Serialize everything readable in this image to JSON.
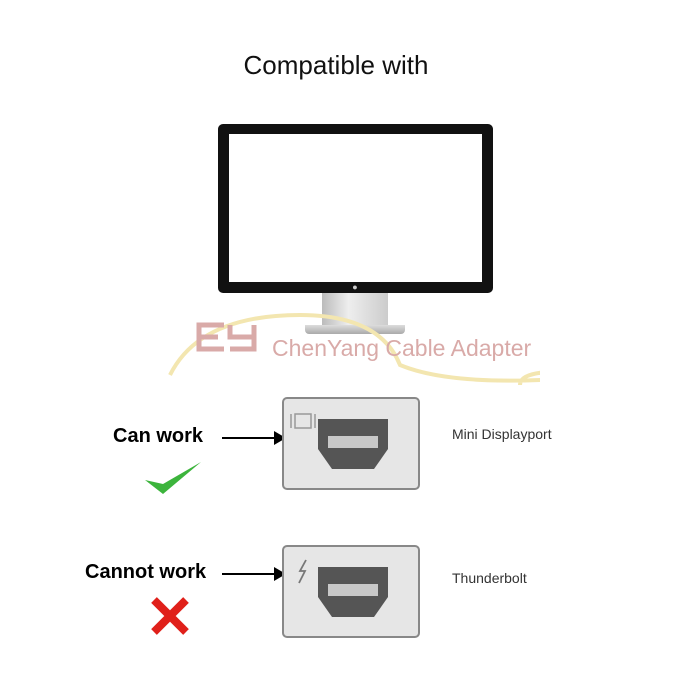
{
  "title": "Compatible with",
  "watermark": {
    "logo": "CY",
    "text": "ChenYang Cable Adapter"
  },
  "rows": [
    {
      "status": "Can work",
      "port": "Mini Displayport",
      "mark": "check",
      "color": "#3cb43c"
    },
    {
      "status": "Cannot work",
      "port": "Thunderbolt",
      "mark": "cross",
      "color": "#e0201a"
    }
  ]
}
